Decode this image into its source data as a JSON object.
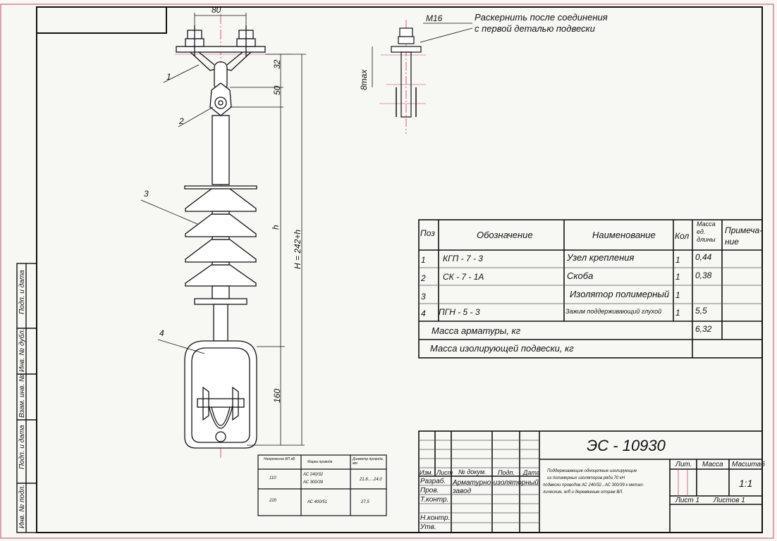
{
  "dims": {
    "width_mm": "80",
    "thread": "М16",
    "gap": "8max",
    "d32": "32",
    "d50": "50",
    "h": "h",
    "H": "H = 242+h",
    "d160": "160"
  },
  "note": {
    "line1": "Раскернить после соединения",
    "line2": "с первой деталью подвески"
  },
  "leaders": [
    "1",
    "2",
    "3",
    "4"
  ],
  "parts_table": {
    "headers": {
      "pos": "Поз",
      "designation": "Обозначение",
      "name": "Наименование",
      "qty": "Кол",
      "mass": [
        "Масса",
        "ед.",
        "длины"
      ],
      "note": [
        "Примеча-",
        "ние"
      ]
    },
    "rows": [
      {
        "pos": "1",
        "designation": "КГП - 7 - 3",
        "name": "Узел крепления",
        "qty": "1",
        "mass": "0,44"
      },
      {
        "pos": "2",
        "designation": "СК - 7 - 1А",
        "name": "Скоба",
        "qty": "1",
        "mass": "0,38"
      },
      {
        "pos": "3",
        "designation": "",
        "name": "Изолятор полимерный",
        "qty": "1",
        "mass": ""
      },
      {
        "pos": "4",
        "designation": "ПГН - 5 - 3",
        "name": "Зажим поддерживающий глухой",
        "qty": "1",
        "mass": "5,5"
      }
    ],
    "mass_fittings_label": "Масса арматуры, кг",
    "mass_fittings_value": "6,32",
    "mass_suspension_label": "Масса изолирующей подвески, кг"
  },
  "voltage_table": {
    "headers": {
      "voltage": "Напряжение ВЛ кВ",
      "wire": "Марка провода",
      "diameter": "Диаметр провода, мм"
    },
    "rows": [
      {
        "voltage": "110",
        "wire1": "АС 240/32",
        "wire2": "АС 300/39",
        "diameter": "21,6.....24,0"
      },
      {
        "voltage": "220",
        "wire1": "АС 400/51",
        "wire2": "",
        "diameter": "27,5"
      }
    ]
  },
  "title_block": {
    "code": "ЭС - 10930",
    "description": [
      "Поддерживающие одноцепные изолирующие",
      "из полимерных изоляторов ряда 70 кН",
      "подвески проводов АС 240/32...АС 300/39 к метал-",
      "лическим, ж/б и деревянным опорам ВЛ."
    ],
    "col_headers": {
      "izm": "Изм.",
      "list": "Лист",
      "doc": "№ докум.",
      "sign": "Подп.",
      "date": "Дата"
    },
    "roles": [
      "Разраб.",
      "Пров.",
      "Т.контр.",
      "",
      "Н.контр.",
      "Утв."
    ],
    "org": [
      "Арматурно-изоляторный",
      "завод"
    ],
    "lit": "Лит.",
    "mass": "Масса",
    "scale_label": "Масштаб",
    "scale": "1:1",
    "sheet": "Лист 1",
    "sheets": "Листов 1"
  },
  "side_stamps": [
    "Подп. и дата",
    "Инв. № дубл.",
    "Взам. инв. №",
    "Подп. и дата",
    "Инв. № подл."
  ]
}
